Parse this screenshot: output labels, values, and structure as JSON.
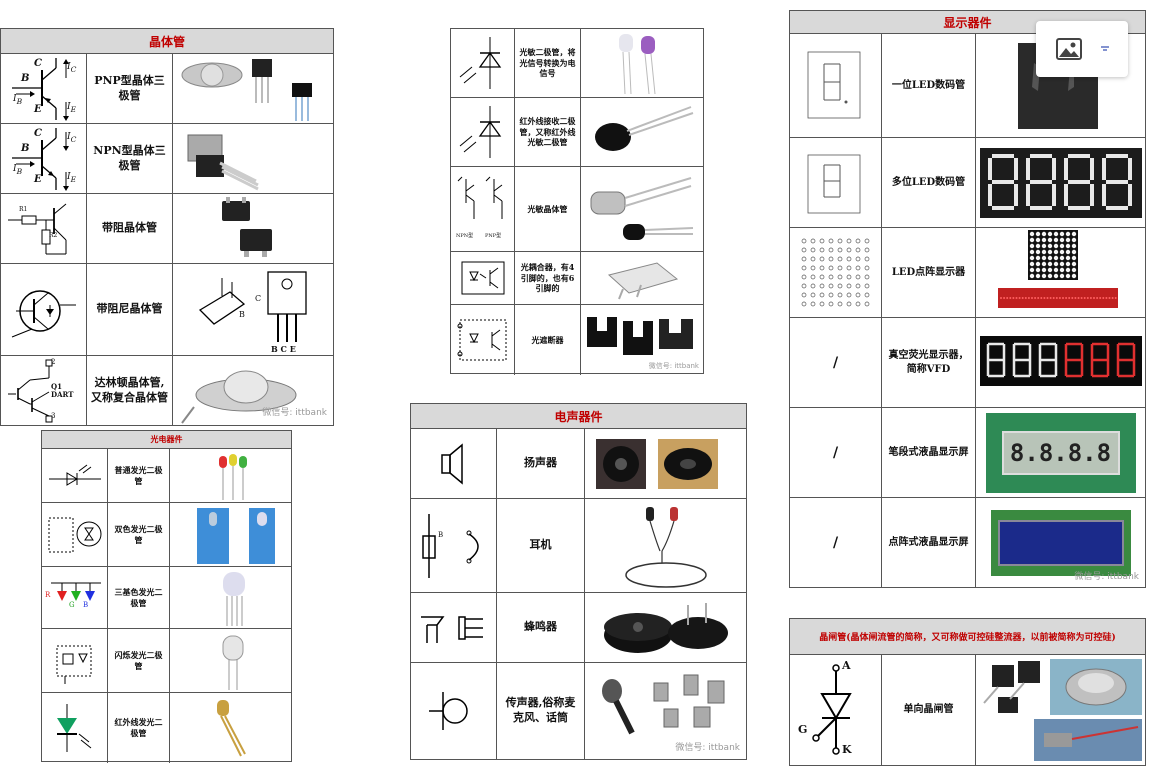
{
  "transistor": {
    "header": "晶体管",
    "rows": [
      {
        "name": "PNP型晶体三极管"
      },
      {
        "name": "NPN型晶体三极管"
      },
      {
        "name": "带阻晶体管"
      },
      {
        "name": "带阻尼晶体管"
      },
      {
        "name": "达林顿晶体管,又称复合晶体管"
      }
    ],
    "symbol_labels": {
      "c": "C",
      "b": "B",
      "e": "E",
      "ic": "I",
      "ib": "I",
      "ie": "I",
      "sub_c": "C",
      "sub_b": "B",
      "sub_e": "E",
      "r1": "R1",
      "r2": "R2",
      "q1": "Q1",
      "dart": "DART",
      "pin2": "2",
      "pin3": "3",
      "bce": "B C E",
      "pkg_b": "B",
      "pkg_c": "C"
    },
    "watermark": "微信号: ittbank"
  },
  "optoelectronic_left": {
    "header": "光电器件",
    "rows": [
      {
        "name": "普通发光二极管"
      },
      {
        "name": "双色发光二极管"
      },
      {
        "name": "三基色发光二极管"
      },
      {
        "name": "闪烁发光二极管"
      },
      {
        "name": "红外线发光二极管"
      }
    ],
    "rgb_labels": {
      "r": "R",
      "g": "G",
      "b": "B"
    }
  },
  "optoelectronic_mid": {
    "rows": [
      {
        "name": "光敏二极管，将光信号转换为电信号"
      },
      {
        "name": "红外线接收二极管，又称红外线光敏二极管"
      },
      {
        "name": "光敏晶体管"
      },
      {
        "name": "光耦合器，有4引脚的，也有6引脚的"
      },
      {
        "name": "光遮断器"
      }
    ],
    "symbol_labels": {
      "npn": "NPN型",
      "pnp": "PNP型"
    },
    "watermark": "微信号: ittbank"
  },
  "electroacoustic": {
    "header": "电声器件",
    "rows": [
      {
        "name": "扬声器"
      },
      {
        "name": "耳机"
      },
      {
        "name": "蜂鸣器"
      },
      {
        "name": "传声器,俗称麦克风、话筒"
      }
    ],
    "symbol_labels": {
      "b": "B"
    },
    "watermark": "微信号: ittbank"
  },
  "display": {
    "header": "显示器件",
    "rows": [
      {
        "symbol": "",
        "name": "一位LED数码管"
      },
      {
        "symbol": "",
        "name": "多位LED数码管"
      },
      {
        "symbol": "",
        "name": "LED点阵显示器"
      },
      {
        "symbol": "/",
        "name": "真空荧光显示器，简称VFD"
      },
      {
        "symbol": "/",
        "name": "笔段式液晶显示屏"
      },
      {
        "symbol": "/",
        "name": "点阵式液晶显示屏"
      }
    ],
    "lcd_digits": "8.8.8.8",
    "watermark": "微信号: ittbank"
  },
  "thyristor": {
    "header": "晶闸管(晶体闸流管的简称，又可称做可控硅整流器，以前被简称为可控硅)",
    "rows": [
      {
        "name": "单向晶闸管"
      }
    ],
    "symbol_labels": {
      "a": "A",
      "g": "G",
      "k": "K"
    }
  },
  "image_button": {
    "image_icon": "image-icon",
    "menu_icon": "dropdown-icon"
  }
}
